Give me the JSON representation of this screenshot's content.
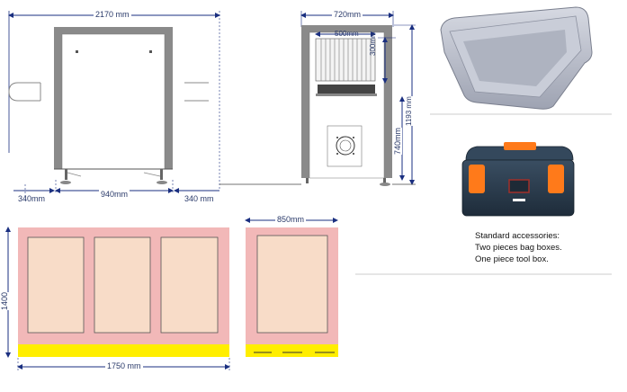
{
  "dimensions": {
    "front_total_width": "2170 mm",
    "front_side_left": "340mm",
    "front_tunnel_width": "940mm",
    "front_side_right": "340 mm",
    "side_width": "720mm",
    "side_tunnel_width": "500mm",
    "side_tunnel_height": "300mm",
    "side_total_height": "1193 mm",
    "side_belt_height": "740mm",
    "floor_depth": "1400",
    "floor_length": "1750 mm",
    "floor_side_width": "850mm"
  },
  "accessories": {
    "title": "Standard accessories:",
    "line1": "Two pieces bag boxes.",
    "line2": "One piece tool box."
  },
  "colors": {
    "machine_frame": "#8a8a8a",
    "floor_area": "#f2b8b8",
    "floor_panel": "#f8dcc8",
    "floor_strip": "#ffee00",
    "dimension_line": "#1a2f80",
    "tray": "#b8bcc8",
    "toolbox_body": "#2a3c4e",
    "toolbox_accent": "#ff7a1a"
  }
}
